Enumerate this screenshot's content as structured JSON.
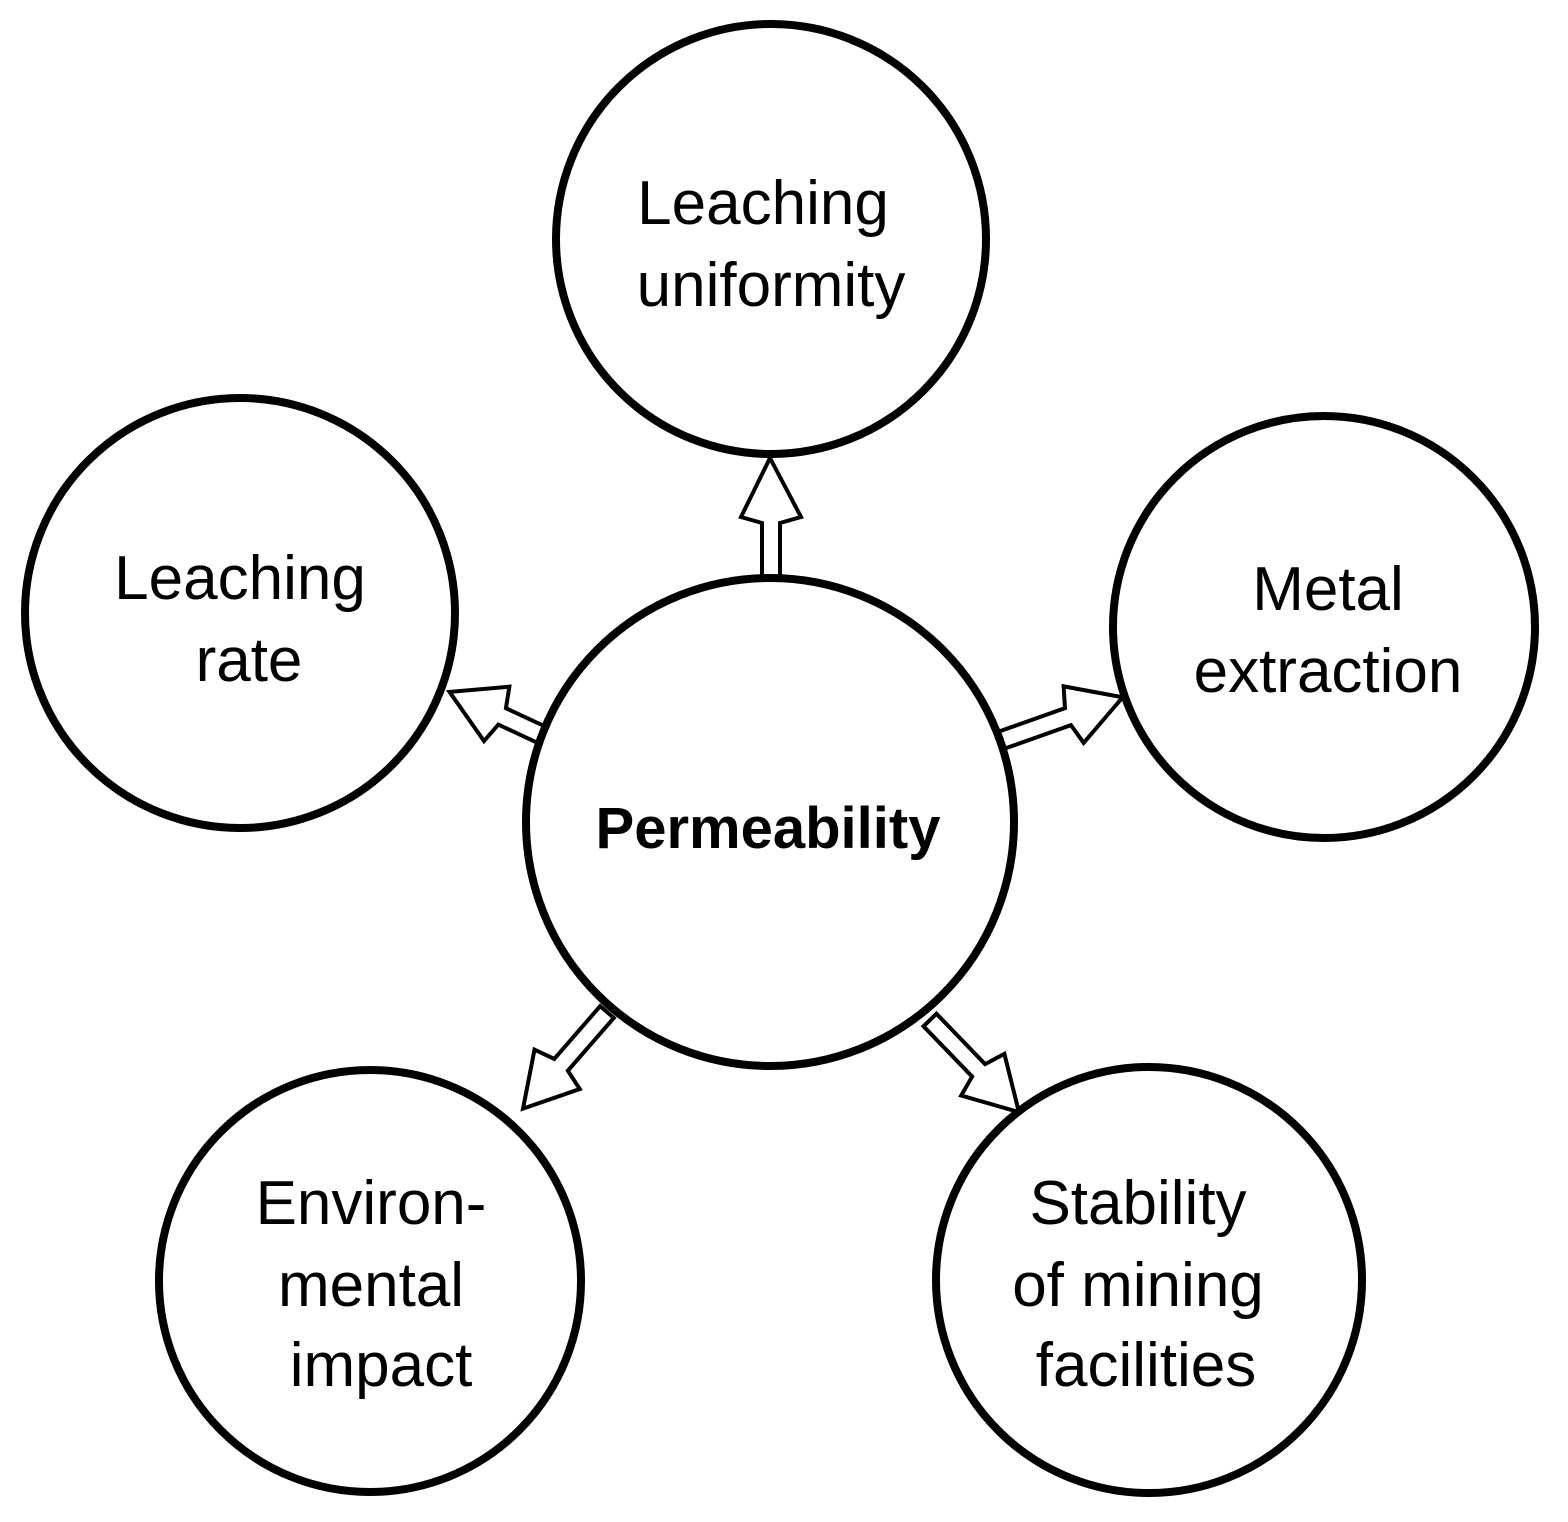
{
  "diagram": {
    "center": {
      "label": "Permeability"
    },
    "nodes": [
      {
        "id": "leaching-uniformity",
        "lines": [
          "Leaching",
          "uniformity"
        ]
      },
      {
        "id": "metal-extraction",
        "lines": [
          "Metal",
          "extraction"
        ]
      },
      {
        "id": "stability-of-mining-facilities",
        "lines": [
          "Stability",
          "of mining",
          "facilities"
        ]
      },
      {
        "id": "environmental-impact",
        "lines": [
          "Environ-",
          "mental",
          "impact"
        ]
      },
      {
        "id": "leaching-rate",
        "lines": [
          "Leaching",
          "rate"
        ]
      }
    ],
    "edges": [
      {
        "from": "permeability",
        "to": "leaching-uniformity",
        "style": "hollow-double-arrow"
      },
      {
        "from": "permeability",
        "to": "metal-extraction",
        "style": "hollow-double-arrow"
      },
      {
        "from": "permeability",
        "to": "stability-of-mining-facilities",
        "style": "hollow-double-arrow"
      },
      {
        "from": "permeability",
        "to": "environmental-impact",
        "style": "hollow-double-arrow"
      },
      {
        "from": "permeability",
        "to": "leaching-rate",
        "style": "hollow-double-arrow"
      }
    ],
    "colors": {
      "stroke": "#000000",
      "fill": "#ffffff"
    }
  }
}
